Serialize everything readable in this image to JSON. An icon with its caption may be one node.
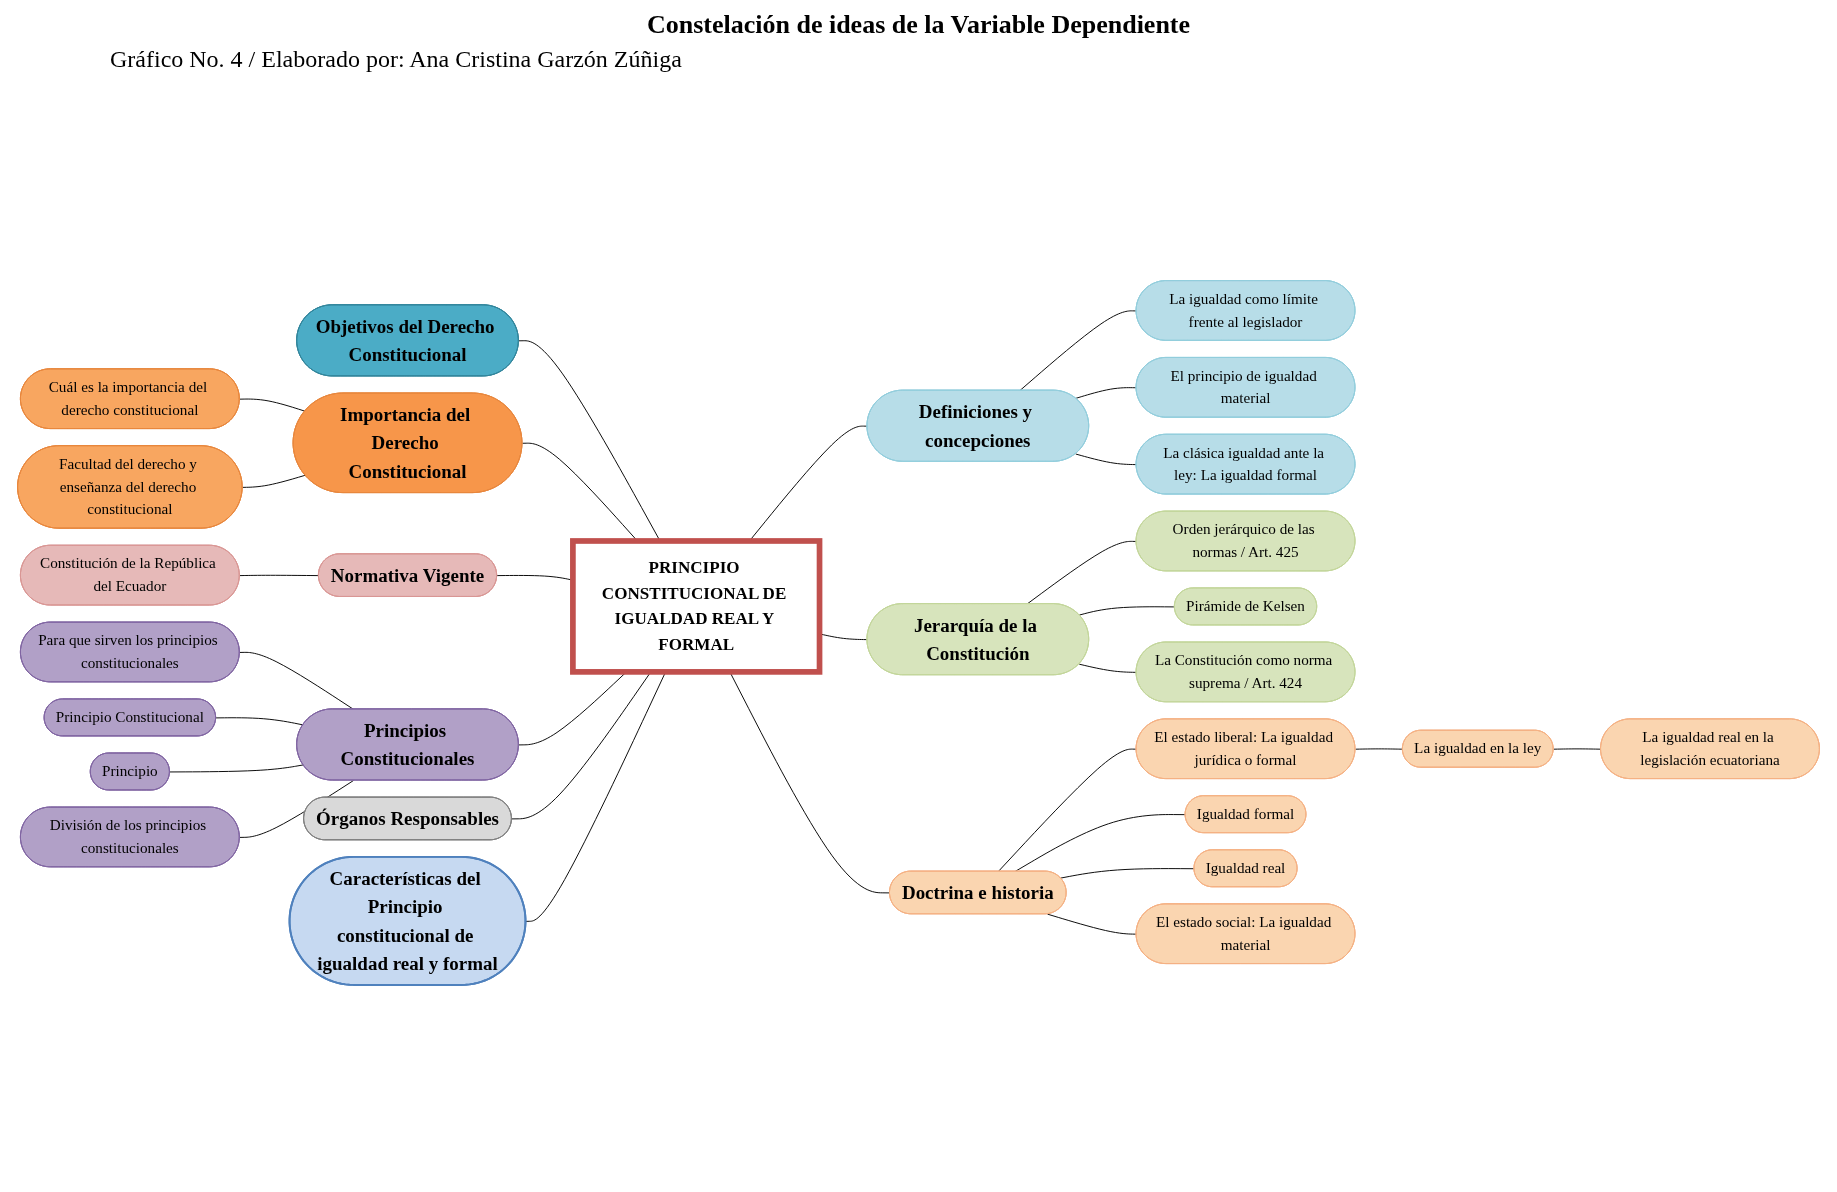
{
  "diagram": {
    "title": "Constelación de ideas de la Variable Dependiente",
    "labels": [
      "Gráfico No. 4 / Elaborado por: Ana Cristina Garzón Zúñiga"
    ],
    "nodes": [
      {
        "text": [
          "Cuál es la importancia del derecho constitucional"
        ]
      },
      {
        "text": [
          "Facultad del derecho y enseñanza del derecho constitucional"
        ]
      },
      {
        "text": [
          "Objetivos del Derecho Constitucional"
        ]
      },
      {
        "text": [
          "Constitución de la República del Ecuador"
        ]
      },
      {
        "text": [
          "La igualdad como límite frente al legislador"
        ]
      },
      {
        "text": [
          "Importancia del Derecho Constitucional"
        ]
      },
      {
        "text": [
          "El principio de igualdad material"
        ]
      },
      {
        "text": [
          "Para que sirven los principios constitucionales"
        ]
      },
      {
        "text": [
          "Normativa Vigente"
        ]
      },
      {
        "text": [
          "Definiciones y concepciones"
        ]
      },
      {
        "text": [
          "Principio Constitucional"
        ]
      },
      {
        "text": [
          "Principio"
        ]
      },
      {
        "text": [
          "La clásica igualdad ante la ley: La igualdad formal"
        ]
      },
      {
        "text": [
          "División de los principios constitucionales"
        ]
      },
      {
        "text": [
          "Principios Constitucionales"
        ]
      },
      {
        "text": [
          "PRINCIPIO CONSTITUCIONAL DE IGUALDAD REAL Y FORMAL"
        ]
      },
      {
        "text": [
          "Doctrina e historia"
        ]
      },
      {
        "text": [
          "Órganos Responsables"
        ]
      },
      {
        "text": [
          "El estado liberal: La igualdad jurídica o formal"
        ]
      },
      {
        "text": [
          "Jerarquía de la Constitución"
        ]
      },
      {
        "text": [
          "Igualdad formal"
        ]
      },
      {
        "text": [
          "La igualdad en la ley"
        ]
      },
      {
        "text": [
          "Características del Principio constitucional de igualdad real y formal"
        ]
      },
      {
        "text": [
          "La Constitución como norma suprema / Art. 424"
        ]
      },
      {
        "text": [
          "Igualdad real"
        ]
      },
      {
        "text": [
          "Orden jerárquico de las normas / Art. 425"
        ]
      },
      {
        "text": [
          "La igualdad real en la legislación ecuatoriana"
        ]
      },
      {
        "text": [
          "Pirámide de Kelsen"
        ]
      },
      {
        "text": [
          "El estado social: La igualdad material"
        ]
      }
    ],
    "edges": [
      {
        "from": 0,
        "to": 5,
        "arrow": "none"
      },
      {
        "from": 1,
        "to": 5,
        "arrow": "none"
      },
      {
        "from": 5,
        "to": 15,
        "arrow": "none"
      },
      {
        "from": 2,
        "to": 15,
        "arrow": "none"
      },
      {
        "from": 3,
        "to": 8,
        "arrow": "none"
      },
      {
        "from": 8,
        "to": 15,
        "arrow": "none"
      },
      {
        "from": 15,
        "to": 9,
        "arrow": "none"
      },
      {
        "from": 9,
        "to": 4,
        "arrow": "none"
      },
      {
        "from": 9,
        "to": 6,
        "arrow": "none"
      },
      {
        "from": 9,
        "to": 12,
        "arrow": "none"
      },
      {
        "from": 7,
        "to": 14,
        "arrow": "none"
      },
      {
        "from": 10,
        "to": 14,
        "arrow": "none"
      },
      {
        "from": 11,
        "to": 14,
        "arrow": "none"
      },
      {
        "from": 13,
        "to": 14,
        "arrow": "none"
      },
      {
        "from": 14,
        "to": 15,
        "arrow": "none"
      },
      {
        "from": 17,
        "to": 15,
        "arrow": "none"
      },
      {
        "from": 22,
        "to": 15,
        "arrow": "none"
      },
      {
        "from": 15,
        "to": 19,
        "arrow": "none"
      },
      {
        "from": 19,
        "to": 25,
        "arrow": "none"
      },
      {
        "from": 19,
        "to": 27,
        "arrow": "none"
      },
      {
        "from": 19,
        "to": 23,
        "arrow": "none"
      },
      {
        "from": 15,
        "to": 16,
        "arrow": "none"
      },
      {
        "from": 16,
        "to": 18,
        "arrow": "none"
      },
      {
        "from": 16,
        "to": 20,
        "arrow": "none"
      },
      {
        "from": 16,
        "to": 24,
        "arrow": "none"
      },
      {
        "from": 16,
        "to": 28,
        "arrow": "none"
      },
      {
        "from": 18,
        "to": 21,
        "arrow": "none"
      },
      {
        "from": 21,
        "to": 26,
        "arrow": "none"
      }
    ]
  }
}
